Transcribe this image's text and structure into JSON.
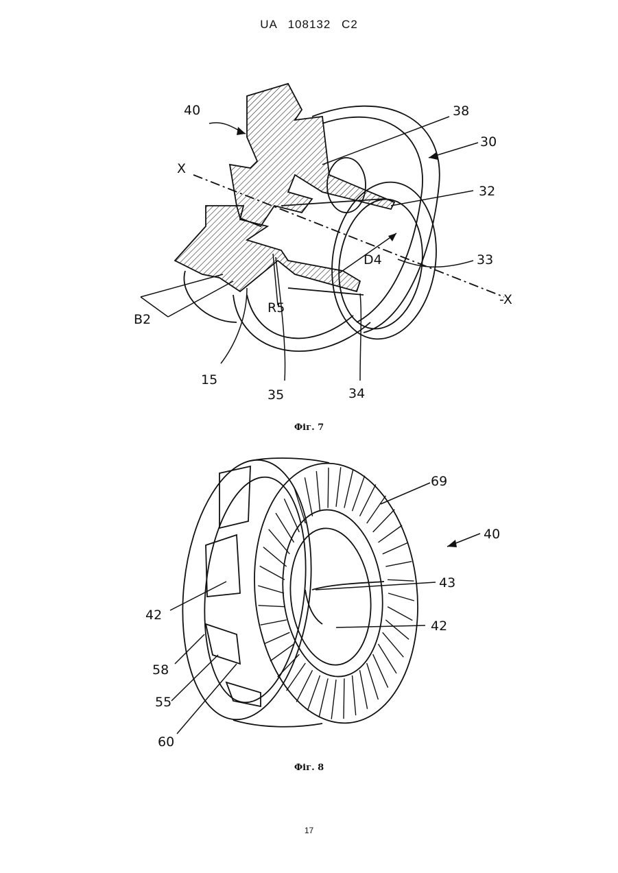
{
  "header": {
    "patent_number": "UA 108132 C2"
  },
  "figure7": {
    "caption": "Фіг. 7",
    "labels": [
      "40",
      "38",
      "30",
      "X",
      "32",
      "33",
      "D4",
      "-X",
      "B2",
      "R5",
      "15",
      "35",
      "34"
    ]
  },
  "figure8": {
    "caption": "Фіг. 8",
    "labels": [
      "69",
      "40",
      "43",
      "42",
      "42",
      "58",
      "55",
      "60"
    ]
  },
  "footer": {
    "page_number": "17"
  }
}
